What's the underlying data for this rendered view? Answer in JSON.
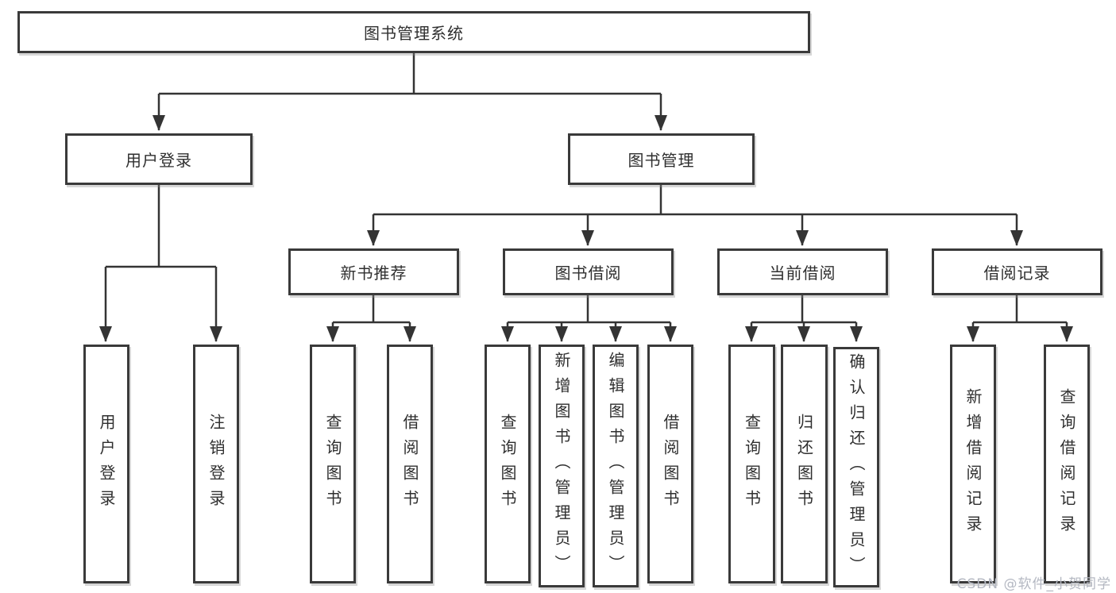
{
  "nodes": {
    "root": "图书管理系统",
    "level2": [
      "用户登录",
      "图书管理"
    ],
    "level3": [
      "新书推荐",
      "图书借阅",
      "当前借阅",
      "借阅记录"
    ],
    "leaves": [
      "用户登录",
      "注销登录",
      "查询图书",
      "借阅图书",
      "查询图书",
      "新增图书（管理员）",
      "编辑图书（管理员）",
      "借阅图书",
      "查询图书",
      "归还图书",
      "确认归还（管理员）",
      "新增借阅记录",
      "查询借阅记录"
    ]
  },
  "watermark": "CSDN @软件_小贺同学",
  "colors": {
    "background": "#ffffff",
    "box_fill": "#ffffff",
    "box_border": "#3a3a3a",
    "connector": "#343434",
    "text": "#2f2f2f",
    "watermark": "#b4b8c2"
  }
}
